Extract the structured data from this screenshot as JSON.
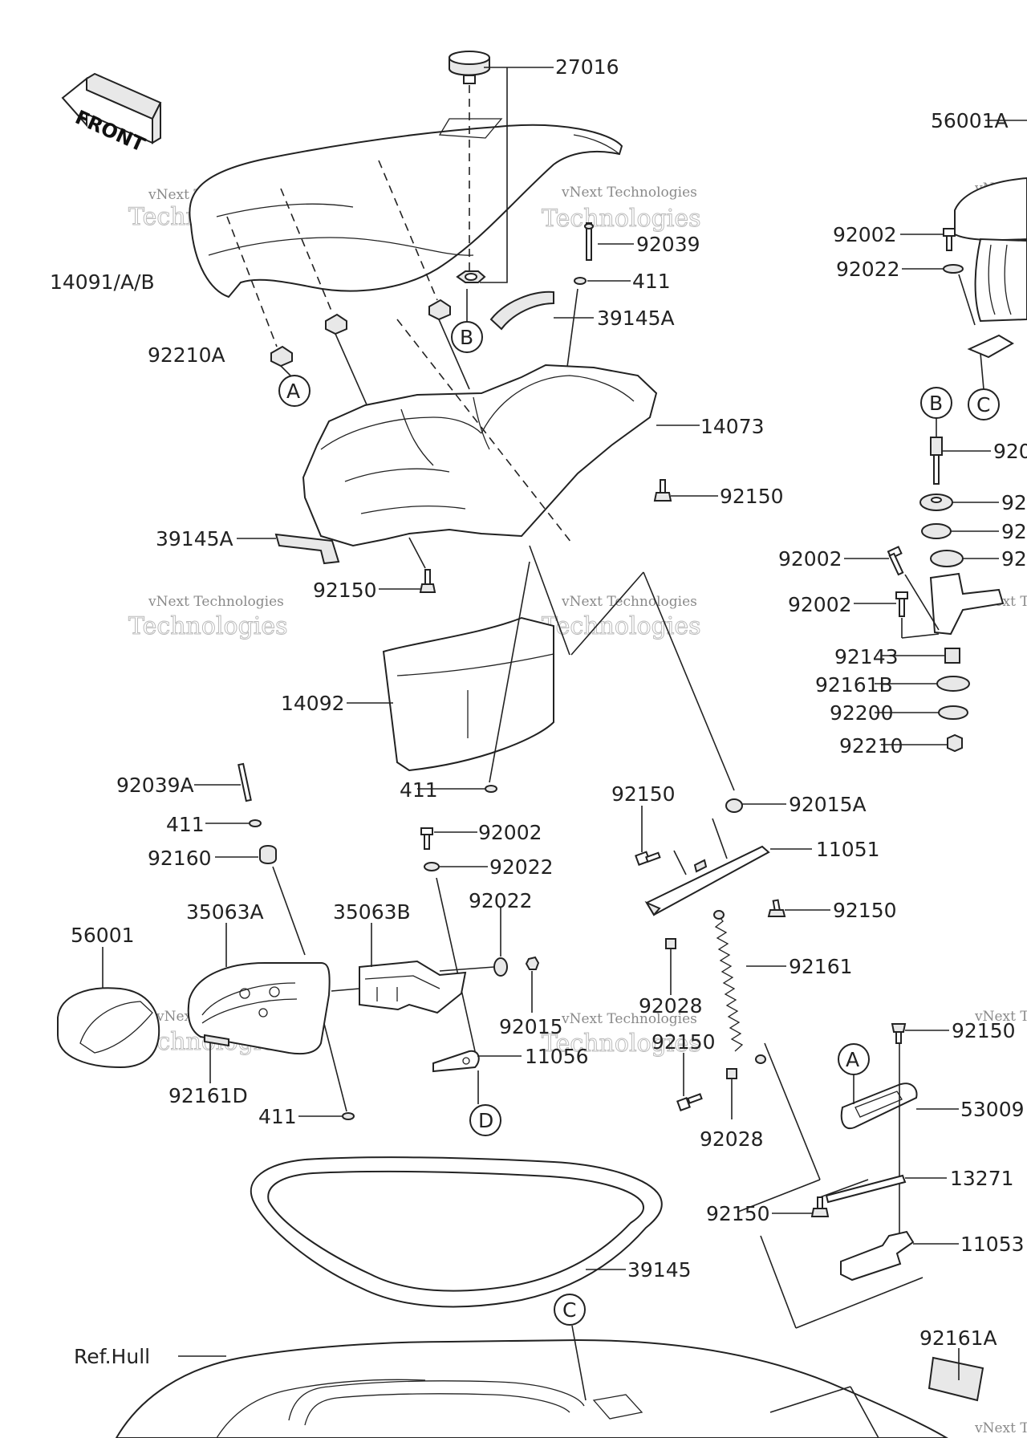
{
  "front_label": "FRONT",
  "watermark": {
    "line1": "vNext Technologies",
    "line2": "Technologies"
  },
  "labels": {
    "p27016": "27016",
    "p56001A": "56001A",
    "p92039": "92039",
    "p92002_r1": "92002",
    "p411_top": "411",
    "p92022_r1": "92022",
    "p39145A_top": "39145A",
    "p14091": "14091/A/B",
    "p92210A": "92210A",
    "p14073": "14073",
    "p92150_a": "92150",
    "p92_r1": "920",
    "p92_r2": "92",
    "p92_r3": "92",
    "p92_r4": "92",
    "p39145A_left": "39145A",
    "p92002_r2": "92002",
    "p92150_b": "92150",
    "p92002_r3": "92002",
    "p92143": "92143",
    "p92161B": "92161B",
    "p92200": "92200",
    "p92210": "92210",
    "p14092": "14092",
    "p411_mid": "411",
    "p92039A": "92039A",
    "p411_left": "411",
    "p92160": "92160",
    "p92002_mid": "92002",
    "p92022_mid1": "92022",
    "p92022_mid2": "92022",
    "p92150_c": "92150",
    "p92015A": "92015A",
    "p11051": "11051",
    "p92150_d": "92150",
    "p35063A": "35063A",
    "p35063B": "35063B",
    "p56001": "56001",
    "p92161": "92161",
    "p92028_a": "92028",
    "p92015": "92015",
    "p92150_e": "92150",
    "p92150_f": "92150",
    "p11056": "11056",
    "p92161D": "92161D",
    "p411_low": "411",
    "p92028_b": "92028",
    "p53009": "53009",
    "p13271": "13271",
    "p92150_g": "92150",
    "p11053": "11053",
    "p39145": "39145",
    "p92161A": "92161A",
    "p_ref_hull": "Ref.Hull"
  },
  "callouts": {
    "A": "A",
    "B": "B",
    "C": "C",
    "D": "D"
  }
}
